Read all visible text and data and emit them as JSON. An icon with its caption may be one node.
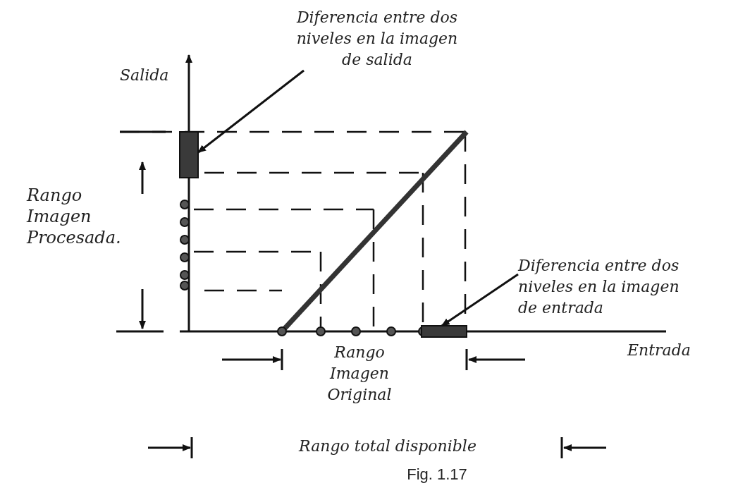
{
  "diagram": {
    "caption": "Fig. 1.17",
    "nodes": [
      {
        "text": [
          "Diferencia entre dos niveles en la imagen de salida"
        ]
      },
      {
        "text": [],
        "shape": "bar"
      },
      {
        "text": [
          "Diferencia entre dos niveles en la imagen de entrada"
        ]
      },
      {
        "text": [],
        "shape": "bar"
      }
    ],
    "edges": [
      {
        "from": 0,
        "to": 1,
        "arrow": "to"
      },
      {
        "from": 2,
        "to": 3,
        "arrow": "to"
      }
    ],
    "labels": [
      "Salida",
      "Rango Imagen Procesada.",
      "Rango Imagen Original",
      "Entrada",
      "Rango total disponible"
    ]
  }
}
